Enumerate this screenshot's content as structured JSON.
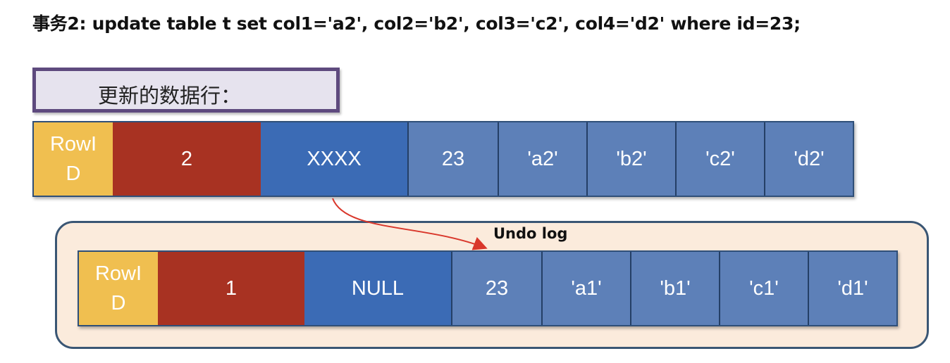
{
  "title": "事务2: update table t set col1='a2', col2='b2', col3='c2', col4='d2' where id=23;",
  "label": "更新的数据行：",
  "undo_title": "Undo log",
  "current_row": {
    "rowid": "RowI\nD",
    "trx": "2",
    "ptr": "XXXX",
    "cols": [
      "23",
      "'a2'",
      "'b2'",
      "'c2'",
      "'d2'"
    ]
  },
  "undo_row": {
    "rowid": "RowI\nD",
    "trx": "1",
    "ptr": "NULL",
    "cols": [
      "23",
      "'a1'",
      "'b1'",
      "'c1'",
      "'d1'"
    ]
  },
  "colors": {
    "rowid": "#f0bf50",
    "trx": "#a83222",
    "ptr": "#3b6bb5",
    "col": "#5d80b8",
    "arrow": "#d9372b",
    "undo_bg": "#fbebdc"
  }
}
